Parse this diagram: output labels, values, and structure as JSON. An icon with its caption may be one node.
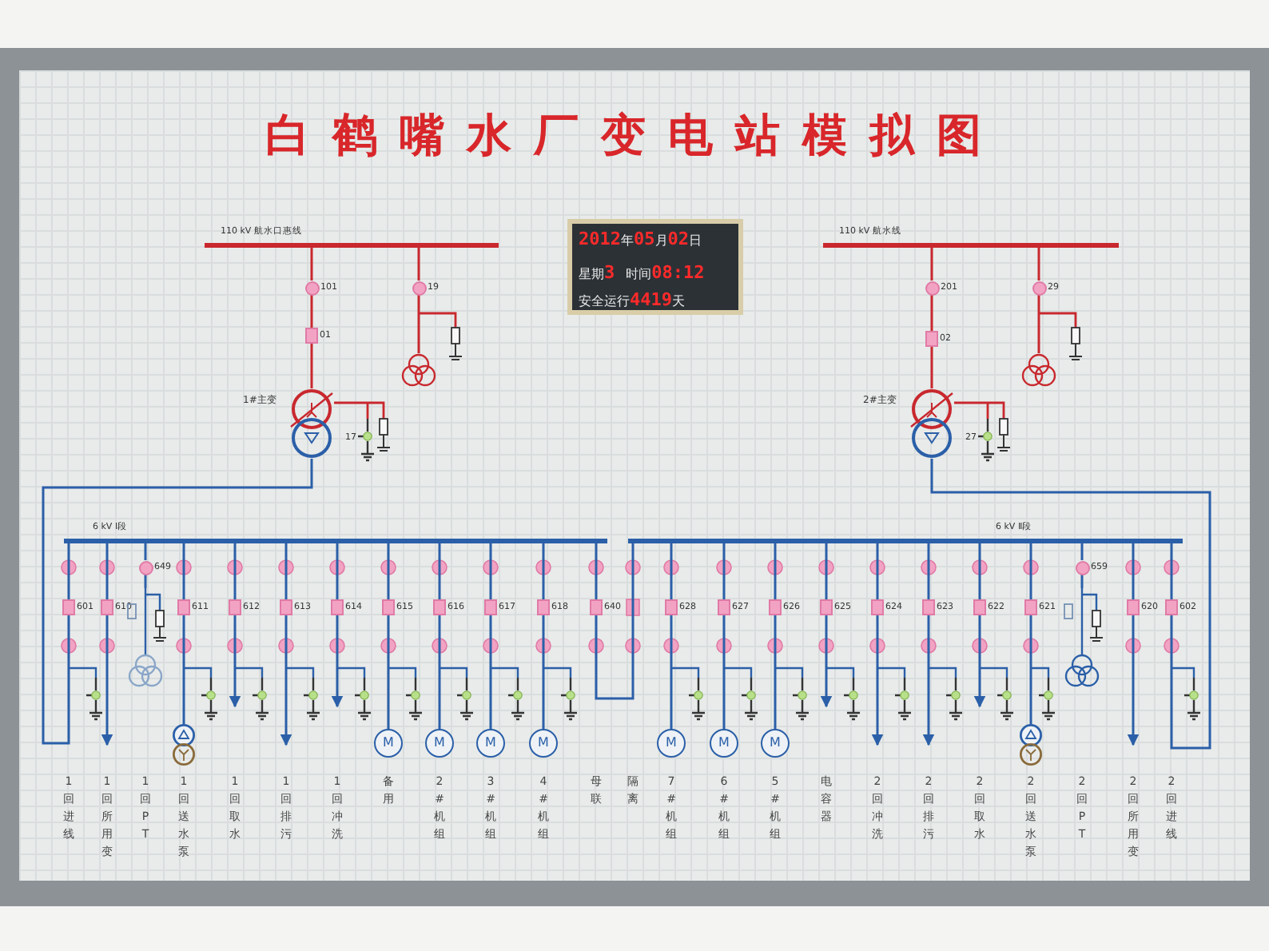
{
  "diagram": {
    "title": "白鹤嘴水厂变电站模拟图",
    "nodes": [
      {
        "text": [
          "110 kV 航水口惠线"
        ]
      },
      {
        "text": [],
        "shape": "circle",
        "beside": [
          "101"
        ]
      },
      {
        "text": [],
        "shape": "box",
        "beside": [
          "01"
        ]
      },
      {
        "text": [],
        "shape": "circle",
        "beside": [
          "1#主变"
        ]
      },
      {
        "text": [],
        "shape": "circle",
        "beside": [
          "19"
        ]
      },
      {
        "text": [],
        "shape": "picture"
      },
      {
        "text": [
          "110 kV 航水线"
        ]
      },
      {
        "text": [],
        "shape": "circle",
        "beside": [
          "201"
        ]
      },
      {
        "text": [],
        "shape": "box",
        "beside": [
          "02"
        ]
      },
      {
        "text": [],
        "shape": "circle",
        "beside": [
          "2#主变"
        ]
      },
      {
        "text": [],
        "shape": "circle",
        "beside": [
          "29"
        ]
      },
      {
        "text": [],
        "shape": "picture"
      },
      {
        "text": [
          "6 kV Ⅰ段"
        ]
      },
      {
        "text": [
          "6 kV Ⅱ段"
        ]
      },
      {
        "text": [
          "2012年05月02日",
          "星期3",
          "时间08:12",
          "安全运行4419天"
        ]
      },
      {
        "text": [],
        "shape": "box",
        "beside": [
          "601"
        ]
      },
      {
        "text": [],
        "shape": "box",
        "beside": [
          "610"
        ]
      },
      {
        "text": [],
        "shape": "circle",
        "beside": [
          "649"
        ]
      },
      {
        "text": [],
        "shape": "picture"
      },
      {
        "text": [],
        "shape": "box",
        "beside": [
          "611"
        ]
      },
      {
        "text": [],
        "shape": "circle"
      },
      {
        "text": [],
        "shape": "box",
        "beside": [
          "612"
        ]
      },
      {
        "text": [],
        "shape": "box",
        "beside": [
          "613"
        ]
      },
      {
        "text": [],
        "shape": "box",
        "beside": [
          "614"
        ]
      },
      {
        "text": [],
        "shape": "box",
        "beside": [
          "615"
        ]
      },
      {
        "text": [
          "M"
        ]
      },
      {
        "text": [],
        "shape": "box",
        "beside": [
          "616"
        ]
      },
      {
        "text": [
          "M"
        ]
      },
      {
        "text": [],
        "shape": "box",
        "beside": [
          "617"
        ]
      },
      {
        "text": [
          "M"
        ]
      },
      {
        "text": [],
        "shape": "box",
        "beside": [
          "618"
        ]
      },
      {
        "text": [
          "M"
        ]
      },
      {
        "text": [],
        "shape": "box",
        "beside": [
          "640"
        ]
      },
      {
        "text": [],
        "shape": "box",
        "beside": [
          "628"
        ]
      },
      {
        "text": [
          "M"
        ]
      },
      {
        "text": [],
        "shape": "box",
        "beside": [
          "627"
        ]
      },
      {
        "text": [
          "M"
        ]
      },
      {
        "text": [],
        "shape": "box",
        "beside": [
          "626"
        ]
      },
      {
        "text": [
          "M"
        ]
      },
      {
        "text": [],
        "shape": "box",
        "beside": [
          "625"
        ]
      },
      {
        "text": [],
        "shape": "box",
        "beside": [
          "624"
        ]
      },
      {
        "text": [],
        "shape": "box",
        "beside": [
          "623"
        ]
      },
      {
        "text": [],
        "shape": "box",
        "beside": [
          "622"
        ]
      },
      {
        "text": [],
        "shape": "box",
        "beside": [
          "621"
        ]
      },
      {
        "text": [],
        "shape": "circle"
      },
      {
        "text": [],
        "shape": "circle",
        "beside": [
          "659"
        ]
      },
      {
        "text": [],
        "shape": "picture"
      },
      {
        "text": [],
        "shape": "box",
        "beside": [
          "620"
        ]
      },
      {
        "text": [],
        "shape": "box",
        "beside": [
          "602"
        ]
      }
    ],
    "edges": [
      {
        "from": 0,
        "to": 1,
        "arrow": "none",
        "color": "#c8282e"
      },
      {
        "from": 1,
        "to": 2,
        "arrow": "none",
        "color": "#c8282e"
      },
      {
        "from": 2,
        "to": 3,
        "arrow": "none",
        "color": "#c8282e"
      },
      {
        "from": 0,
        "to": 4,
        "arrow": "none",
        "color": "#c8282e"
      },
      {
        "from": 4,
        "to": 5,
        "arrow": "none",
        "color": "#c8282e"
      },
      {
        "from": 6,
        "to": 7,
        "arrow": "none",
        "color": "#c8282e"
      },
      {
        "from": 7,
        "to": 8,
        "arrow": "none",
        "color": "#c8282e"
      },
      {
        "from": 8,
        "to": 9,
        "arrow": "none",
        "color": "#c8282e"
      },
      {
        "from": 6,
        "to": 10,
        "arrow": "none",
        "color": "#c8282e"
      },
      {
        "from": 10,
        "to": 11,
        "arrow": "none",
        "color": "#c8282e"
      },
      {
        "from": 3,
        "to": 15,
        "arrow": "none"
      },
      {
        "from": 15,
        "to": 12,
        "arrow": "none"
      },
      {
        "from": 9,
        "to": 48,
        "arrow": "none"
      },
      {
        "from": 48,
        "to": 13,
        "arrow": "none"
      },
      {
        "from": 12,
        "to": 16,
        "arrow": "none"
      },
      {
        "from": 16,
        "to": null,
        "arrow": "to"
      },
      {
        "from": 12,
        "to": 17,
        "arrow": "none"
      },
      {
        "from": 17,
        "to": 18,
        "arrow": "none"
      },
      {
        "from": 12,
        "to": 19,
        "arrow": "none"
      },
      {
        "from": 19,
        "to": 20,
        "arrow": "none"
      },
      {
        "from": 12,
        "to": 21,
        "arrow": "none"
      },
      {
        "from": 21,
        "to": null,
        "arrow": "to"
      },
      {
        "from": 12,
        "to": 22,
        "arrow": "none"
      },
      {
        "from": 22,
        "to": null,
        "arrow": "to"
      },
      {
        "from": 12,
        "to": 23,
        "arrow": "none"
      },
      {
        "from": 23,
        "to": null,
        "arrow": "to"
      },
      {
        "from": 12,
        "to": 24,
        "arrow": "none"
      },
      {
        "from": 24,
        "to": 25,
        "arrow": "none"
      },
      {
        "from": 12,
        "to": 26,
        "arrow": "none"
      },
      {
        "from": 26,
        "to": 27,
        "arrow": "none"
      },
      {
        "from": 12,
        "to": 28,
        "arrow": "none"
      },
      {
        "from": 28,
        "to": 29,
        "arrow": "none"
      },
      {
        "from": 12,
        "to": 30,
        "arrow": "none"
      },
      {
        "from": 30,
        "to": 31,
        "arrow": "none"
      },
      {
        "from": 12,
        "to": 32,
        "arrow": "none"
      },
      {
        "from": 32,
        "to": 13,
        "arrow": "none"
      },
      {
        "from": 13,
        "to": 33,
        "arrow": "none"
      },
      {
        "from": 33,
        "to": 34,
        "arrow": "none"
      },
      {
        "from": 13,
        "to": 35,
        "arrow": "none"
      },
      {
        "from": 35,
        "to": 36,
        "arrow": "none"
      },
      {
        "from": 13,
        "to": 37,
        "arrow": "none"
      },
      {
        "from": 37,
        "to": 38,
        "arrow": "none"
      },
      {
        "from": 13,
        "to": 39,
        "arrow": "none"
      },
      {
        "from": 39,
        "to": null,
        "arrow": "to"
      },
      {
        "from": 13,
        "to": 40,
        "arrow": "none"
      },
      {
        "from": 40,
        "to": null,
        "arrow": "to"
      },
      {
        "from": 13,
        "to": 41,
        "arrow": "none"
      },
      {
        "from": 41,
        "to": null,
        "arrow": "to"
      },
      {
        "from": 13,
        "to": 42,
        "arrow": "none"
      },
      {
        "from": 42,
        "to": null,
        "arrow": "to"
      },
      {
        "from": 13,
        "to": 43,
        "arrow": "none"
      },
      {
        "from": 43,
        "to": 44,
        "arrow": "none"
      },
      {
        "from": 13,
        "to": 45,
        "arrow": "none"
      },
      {
        "from": 45,
        "to": 46,
        "arrow": "none"
      },
      {
        "from": 13,
        "to": 47,
        "arrow": "none"
      },
      {
        "from": 47,
        "to": null,
        "arrow": "to"
      }
    ],
    "labels": [
      "17",
      "27",
      "1回进线",
      "1回所用变",
      "1回PT",
      "1回送水泵",
      "1回取水",
      "1回排污",
      "1回冲洗",
      "备用",
      "2#机组",
      "3#机组",
      "4#机组",
      "母联",
      "隔离",
      "7#机组",
      "6#机组",
      "5#机组",
      "电容器",
      "2回冲洗",
      "2回排污",
      "2回取水",
      "2回送水泵",
      "2回PT",
      "2回所用变",
      "2回进线"
    ]
  }
}
